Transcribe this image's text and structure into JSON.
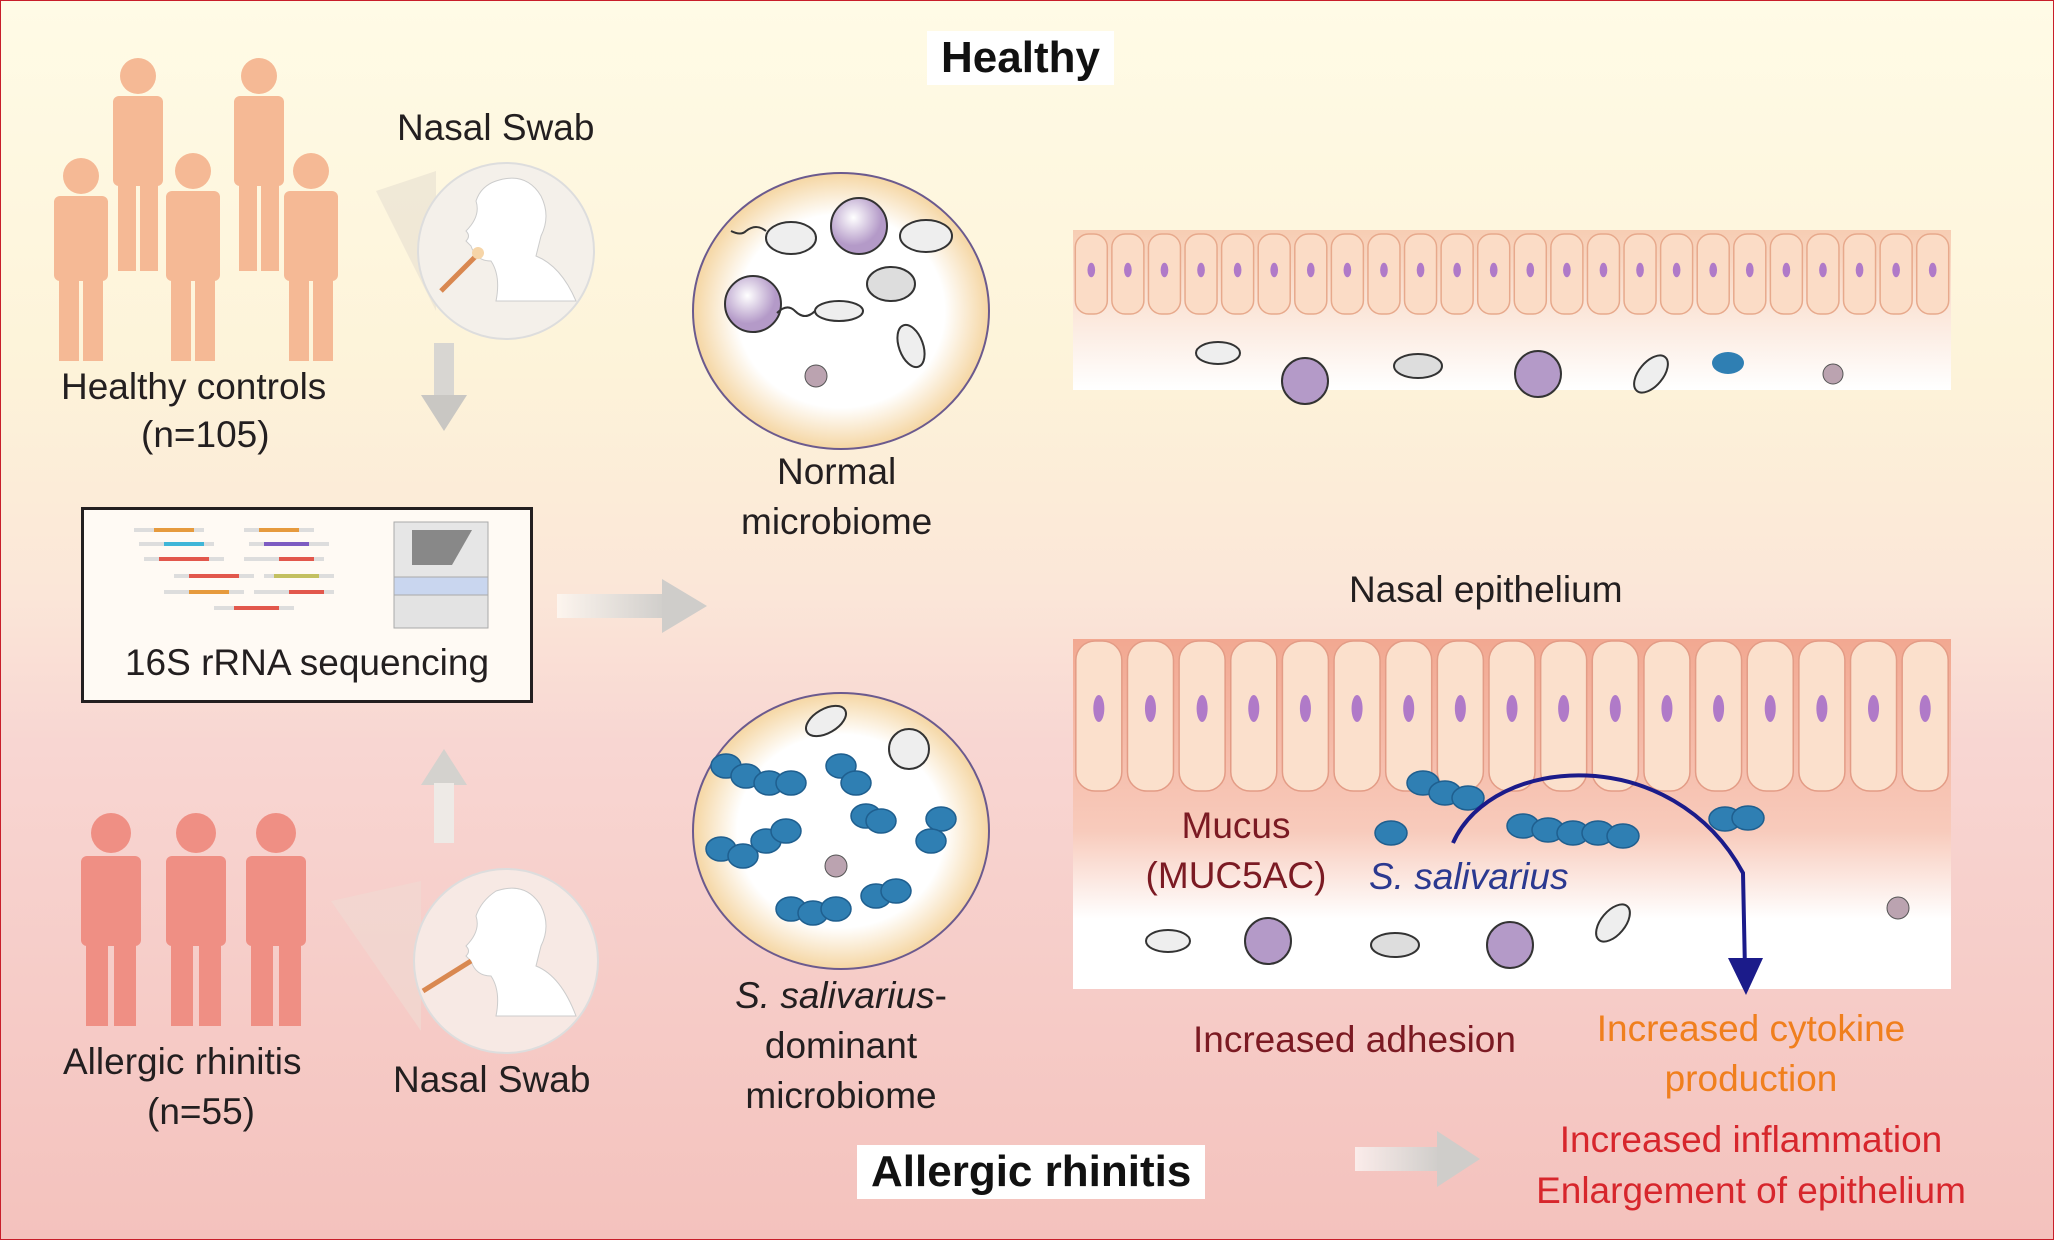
{
  "sections": {
    "healthy_title": "Healthy",
    "allergic_title": "Allergic rhinitis"
  },
  "left": {
    "healthy_group_label": "Healthy controls",
    "healthy_group_n": "(n=105)",
    "ar_group_label": "Allergic rhinitis",
    "ar_group_n": "(n=55)",
    "swab_top_label": "Nasal Swab",
    "swab_bottom_label": "Nasal Swab",
    "sequencing_label": "16S rRNA sequencing"
  },
  "middle": {
    "normal_line1": "Normal",
    "normal_line2": "microbiome",
    "dominant_line1_italic": "S. salivarius",
    "dominant_line1_suffix": "-",
    "dominant_line2": "dominant",
    "dominant_line3": "microbiome"
  },
  "right": {
    "epithelium_label": "Nasal epithelium",
    "mucus_line1": "Mucus",
    "mucus_line2": "(MUC5AC)",
    "bacterium_label": "S. salivarius",
    "adhesion_label": "Increased adhesion",
    "cytokine_line1": "Increased cytokine",
    "cytokine_line2": "production",
    "inflammation_label": "Increased inflammation",
    "enlargement_label": "Enlargement of epithelium"
  },
  "colors": {
    "frame_border": "#c81e2a",
    "healthy_people": "#f5b995",
    "ar_people": "#ef8f84",
    "mucus_text": "#7b1a23",
    "bacterium_text": "#2b3990",
    "cytokine_text": "#f07f1d",
    "inflammation_text": "#d7262c",
    "salivarius_blue": "#2f7fb3",
    "arrow_navy": "#1b1b8a"
  }
}
